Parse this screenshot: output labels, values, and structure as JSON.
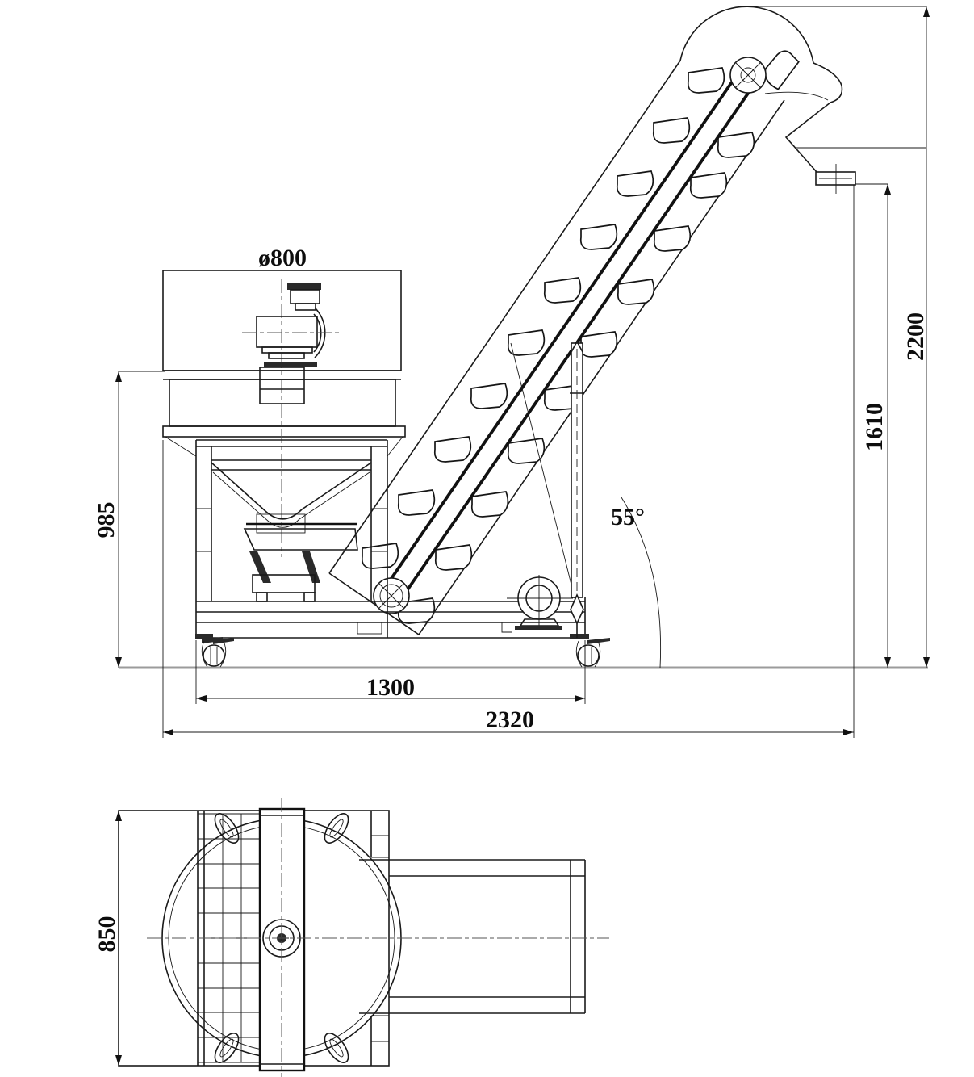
{
  "drawing": {
    "dimensions": {
      "feeder_diameter": "ø800",
      "overall_height": "2200",
      "discharge_height": "1610",
      "machine_height": "985",
      "incline_angle": "55°",
      "base_length": "1300",
      "overall_length": "2320",
      "base_width": "850"
    }
  }
}
